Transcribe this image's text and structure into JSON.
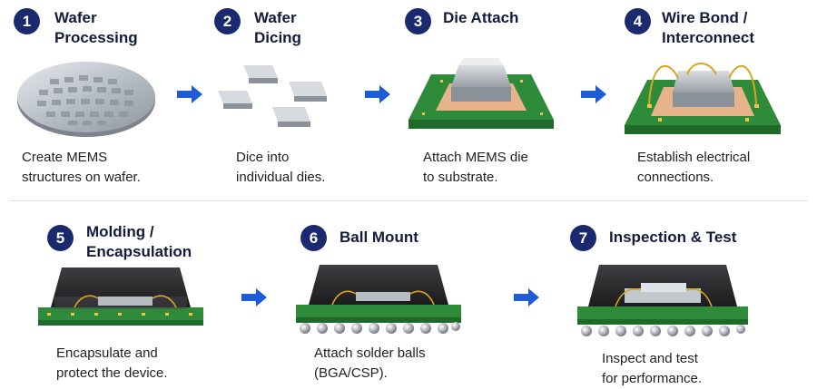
{
  "steps": [
    {
      "number": "1",
      "title_lines": [
        "Wafer",
        "Processing"
      ],
      "desc_lines": [
        "Create MEMS",
        "structures on wafer."
      ]
    },
    {
      "number": "2",
      "title_lines": [
        "Wafer",
        "Dicing"
      ],
      "desc_lines": [
        "Dice into",
        "individual dies."
      ]
    },
    {
      "number": "3",
      "title_lines": [
        "Die Attach"
      ],
      "desc_lines": [
        "Attach MEMS die",
        "to substrate."
      ]
    },
    {
      "number": "4",
      "title_lines": [
        "Wire Bond /",
        "Interconnect"
      ],
      "desc_lines": [
        "Establish electrical",
        "connections."
      ]
    },
    {
      "number": "5",
      "title_lines": [
        "Molding /",
        "Encapsulation"
      ],
      "desc_lines": [
        "Encapsulate and",
        "protect the device."
      ]
    },
    {
      "number": "6",
      "title_lines": [
        "Ball Mount"
      ],
      "desc_lines": [
        "Attach solder balls",
        "(BGA/CSP)."
      ]
    },
    {
      "number": "7",
      "title_lines": [
        "Inspection & Test"
      ],
      "desc_lines": [
        "Inspect and test",
        "for performance."
      ]
    }
  ],
  "colors": {
    "badge": "#1b2a6e",
    "arrow": "#1e5bd6",
    "pcb": "#2e8b3a",
    "mold": "#2b2b2e",
    "gold": "#d9a520"
  }
}
